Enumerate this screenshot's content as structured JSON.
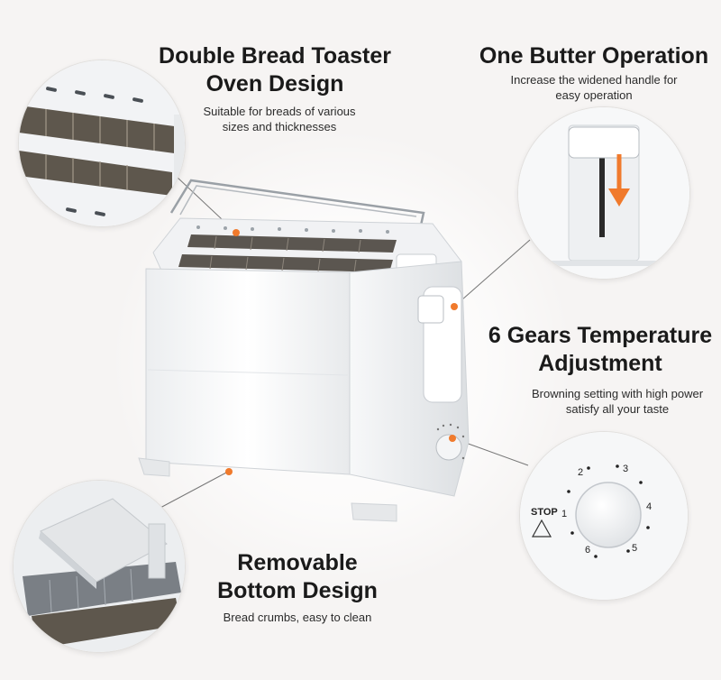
{
  "features": {
    "double_bread": {
      "title_line1": "Double Bread Toaster",
      "title_line2": "Oven Design",
      "desc_line1": "Suitable for breads of various",
      "desc_line2": "sizes and thicknesses"
    },
    "one_butter": {
      "title": "One Butter Operation",
      "desc_line1": "Increase the widened handle for",
      "desc_line2": "easy operation"
    },
    "gears": {
      "title_line1": "6 Gears Temperature",
      "title_line2": "Adjustment",
      "desc_line1": "Browning setting with high power",
      "desc_line2": "satisfy all your taste"
    },
    "removable": {
      "title_line1": "Removable",
      "title_line2": "Bottom Design",
      "desc": "Bread crumbs, easy to clean"
    }
  },
  "dial": {
    "stop_label": "STOP",
    "numbers": [
      "1",
      "2",
      "3",
      "4",
      "5",
      "6"
    ]
  },
  "colors": {
    "accent_orange": "#f07a2c",
    "heading_text": "#1a1a1a",
    "appliance_white": "#ffffff",
    "background": "#f6f4f3"
  }
}
